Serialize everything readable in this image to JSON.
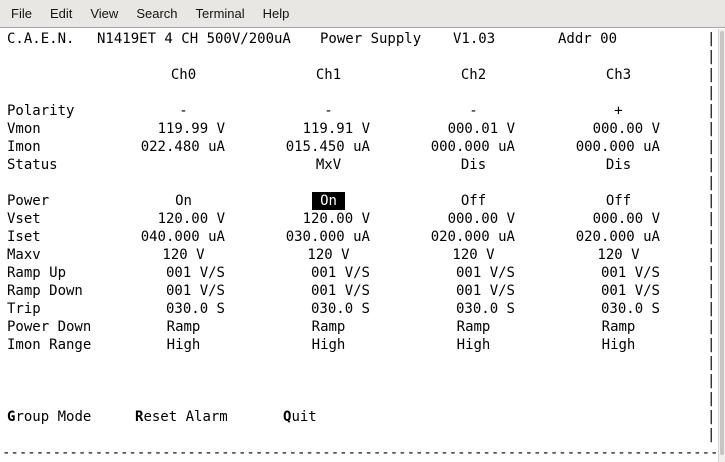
{
  "menu_bar": {
    "items": [
      {
        "label": "File"
      },
      {
        "label": "Edit"
      },
      {
        "label": "View"
      },
      {
        "label": "Search"
      },
      {
        "label": "Terminal"
      },
      {
        "label": "Help"
      }
    ]
  },
  "colors": {
    "terminal_background": "#ffffff",
    "terminal_foreground": "#000000",
    "highlight_background": "#000000",
    "highlight_foreground": "#ffffff",
    "menu_background": "#e9e7e3"
  },
  "terminal": {
    "title": {
      "vendor": "C.A.E.N.",
      "model": "N1419ET 4 CH 500V/200uA",
      "product": "Power Supply",
      "version": "V1.03",
      "address": "Addr 00"
    },
    "channels": [
      "Ch0",
      "Ch1",
      "Ch2",
      "Ch3"
    ],
    "rows": [
      {
        "label": "Polarity",
        "values": [
          "-",
          "-",
          "-",
          "+"
        ]
      },
      {
        "label": "Vmon",
        "values": [
          "119.99 V",
          "119.91 V",
          "000.01 V",
          "000.00 V"
        ]
      },
      {
        "label": "Imon",
        "values": [
          "022.480 uA",
          "015.450 uA",
          "000.000 uA",
          "000.000 uA"
        ]
      },
      {
        "label": "Status",
        "values": [
          "",
          "MxV",
          "Dis",
          "Dis"
        ]
      },
      {
        "label": "Power",
        "values": [
          "On",
          "On",
          "Off",
          "Off"
        ]
      },
      {
        "label": "Vset",
        "values": [
          "120.00 V",
          "120.00 V",
          "000.00 V",
          "000.00 V"
        ]
      },
      {
        "label": "Iset",
        "values": [
          "040.000 uA",
          "030.000 uA",
          "020.000 uA",
          "020.000 uA"
        ]
      },
      {
        "label": "Maxv",
        "values": [
          "120 V",
          "120 V",
          "120 V",
          "120 V"
        ]
      },
      {
        "label": "Ramp Up",
        "values": [
          "001 V/S",
          "001 V/S",
          "001 V/S",
          "001 V/S"
        ]
      },
      {
        "label": "Ramp Down",
        "values": [
          "001 V/S",
          "001 V/S",
          "001 V/S",
          "001 V/S"
        ]
      },
      {
        "label": "Trip",
        "values": [
          "030.0 S",
          "030.0 S",
          "030.0 S",
          "030.0 S"
        ]
      },
      {
        "label": "Power Down",
        "values": [
          "Ramp",
          "Ramp",
          "Ramp",
          "Ramp"
        ]
      },
      {
        "label": "Imon Range",
        "values": [
          "High",
          "High",
          "High",
          "High"
        ]
      }
    ],
    "highlighted_cell": {
      "row_label": "Power",
      "channel": "Ch1",
      "value": "On"
    },
    "footer": {
      "commands": [
        {
          "hotkey": "G",
          "rest": "roup Mode"
        },
        {
          "hotkey": "R",
          "rest": "eset Alarm"
        },
        {
          "hotkey": "Q",
          "rest": "uit"
        }
      ]
    },
    "borders": {
      "pipe_char": "|",
      "pipe_lines": 23,
      "dash_char": "-",
      "dash_count": 90
    }
  }
}
